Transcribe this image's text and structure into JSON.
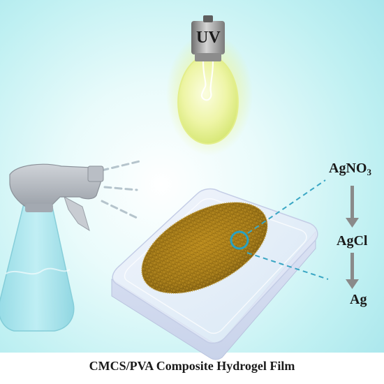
{
  "lamp": {
    "label": "UV"
  },
  "reaction": {
    "step1_base": "AgNO",
    "step1_subscript": "3",
    "step2": "AgCl",
    "step3": "Ag"
  },
  "caption": "CMCS/PVA Composite Hydrogel Film",
  "colors": {
    "background": "#bfeef2",
    "bulb_glow": "#f2f7a0",
    "film_gold": "#a07a18",
    "dish": "#dfe6f6",
    "sprayer": "#9fe0ea",
    "arrow": "#8a8a8a",
    "dashed_line": "#3aa6c4"
  }
}
